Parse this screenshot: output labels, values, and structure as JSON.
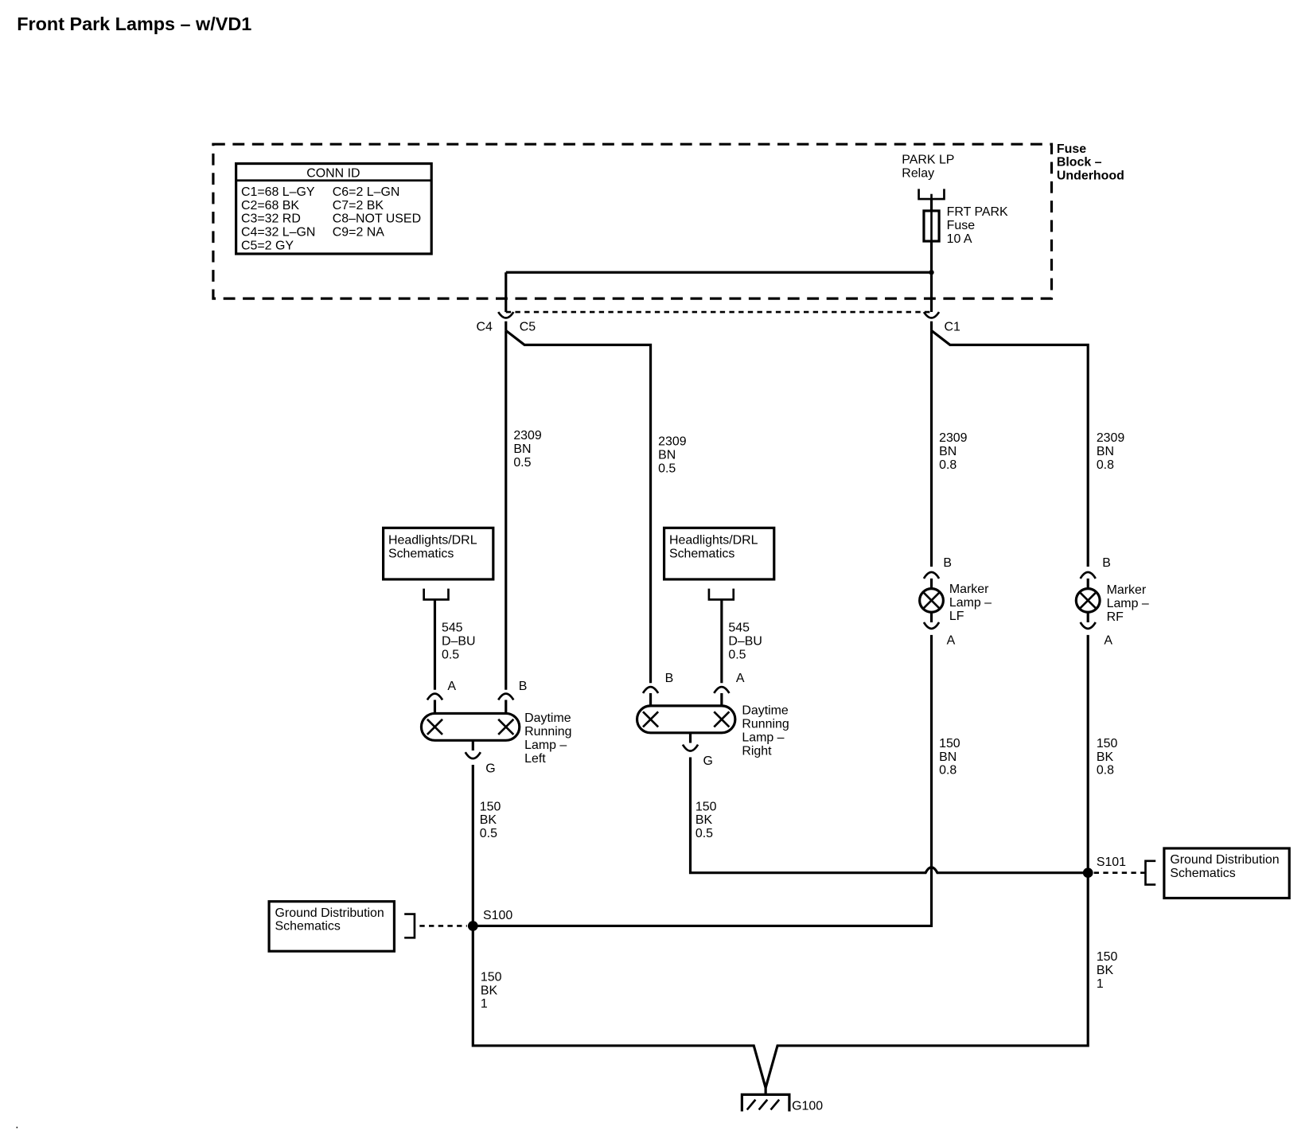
{
  "title": "Front Park Lamps – w/VD1",
  "fuse_block": {
    "label": [
      "Fuse",
      "Block –",
      "Underhood"
    ],
    "relay": [
      "PARK LP",
      "Relay"
    ],
    "fuse": [
      "FRT PARK",
      "Fuse",
      "10 A"
    ]
  },
  "conn_id": {
    "header": "CONN ID",
    "left": [
      "C1=68 L–GY",
      "C2=68 BK",
      "C3=32 RD",
      "C4=32 L–GN",
      "C5=2 GY"
    ],
    "right": [
      "C6=2 L–GN",
      "C7=2 BK",
      "C8–NOT USED",
      "C9=2 NA"
    ]
  },
  "connectors": {
    "c4": "C4",
    "c5": "C5",
    "c1": "C1"
  },
  "wires": {
    "w_c4": [
      "2309",
      "BN",
      "0.5"
    ],
    "w_c5": [
      "2309",
      "BN",
      "0.5"
    ],
    "w_c1_lf": [
      "2309",
      "BN",
      "0.8"
    ],
    "w_c1_rf": [
      "2309",
      "BN",
      "0.8"
    ],
    "w_drl_l": [
      "545",
      "D–BU",
      "0.5"
    ],
    "w_drl_r": [
      "545",
      "D–BU",
      "0.5"
    ],
    "g_lf_drl": [
      "150",
      "BK",
      "0.5"
    ],
    "g_rf_drl": [
      "150",
      "BK",
      "0.5"
    ],
    "g_lf_marker": [
      "150",
      "BN",
      "0.8"
    ],
    "g_rf_marker": [
      "150",
      "BK",
      "0.8"
    ],
    "g_s100": [
      "150",
      "BK",
      "1"
    ],
    "g_s101": [
      "150",
      "BK",
      "1"
    ]
  },
  "refs": {
    "headlights_l": [
      "Headlights/DRL",
      "Schematics"
    ],
    "headlights_r": [
      "Headlights/DRL",
      "Schematics"
    ],
    "ground_l": [
      "Ground Distribution",
      "Schematics"
    ],
    "ground_r": [
      "Ground Distribution",
      "Schematics"
    ]
  },
  "lamps": {
    "drl_left": [
      "Daytime",
      "Running",
      "Lamp –",
      "Left"
    ],
    "drl_right": [
      "Daytime",
      "Running",
      "Lamp –",
      "Right"
    ],
    "marker_lf": [
      "Marker",
      "Lamp –",
      "LF"
    ],
    "marker_rf": [
      "Marker",
      "Lamp –",
      "RF"
    ]
  },
  "pins": {
    "a": "A",
    "b": "B",
    "g": "G"
  },
  "splices": {
    "s100": "S100",
    "s101": "S101"
  },
  "ground": {
    "g100": "G100"
  },
  "footnote": "."
}
